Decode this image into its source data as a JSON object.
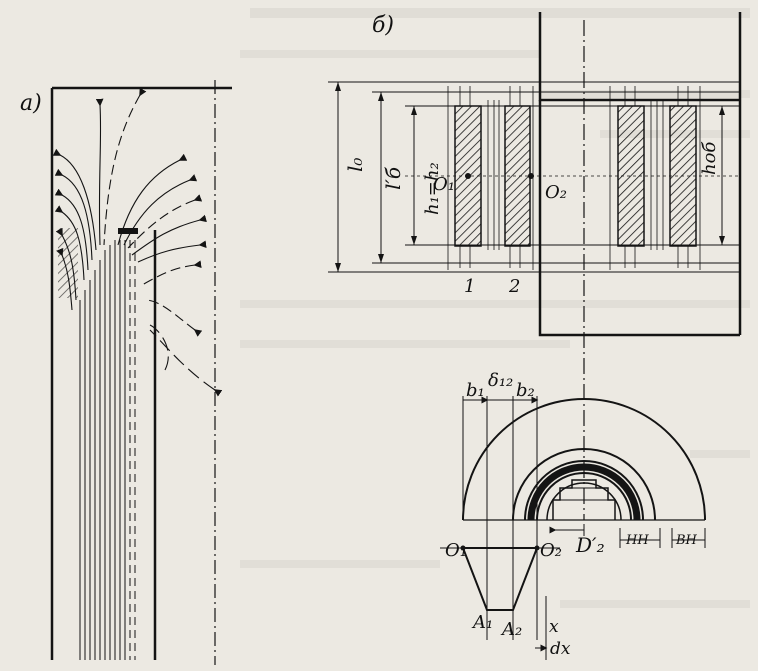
{
  "panels": {
    "a": {
      "label": "а)"
    },
    "b": {
      "label": "б)"
    }
  },
  "labels": {
    "l0": "l₀",
    "ls": "l′б",
    "h1h2": "h₁=h₂",
    "O1": "O₁",
    "O2": "O₂",
    "h_ob": "hоб",
    "winding1": "1",
    "winding2": "2",
    "b1": "b₁",
    "delta12": "δ₁₂",
    "b2": "b₂",
    "D2": "D′₂",
    "HH": "НН",
    "BH": "ВН",
    "O1_low": "O₁",
    "O2_low": "O₂",
    "A1": "A₁",
    "A2": "A₂",
    "x": "x",
    "dx": "dx"
  },
  "colors": {
    "ink": "#141414",
    "paper": "#ece9e2",
    "faint": "#8a867e"
  }
}
